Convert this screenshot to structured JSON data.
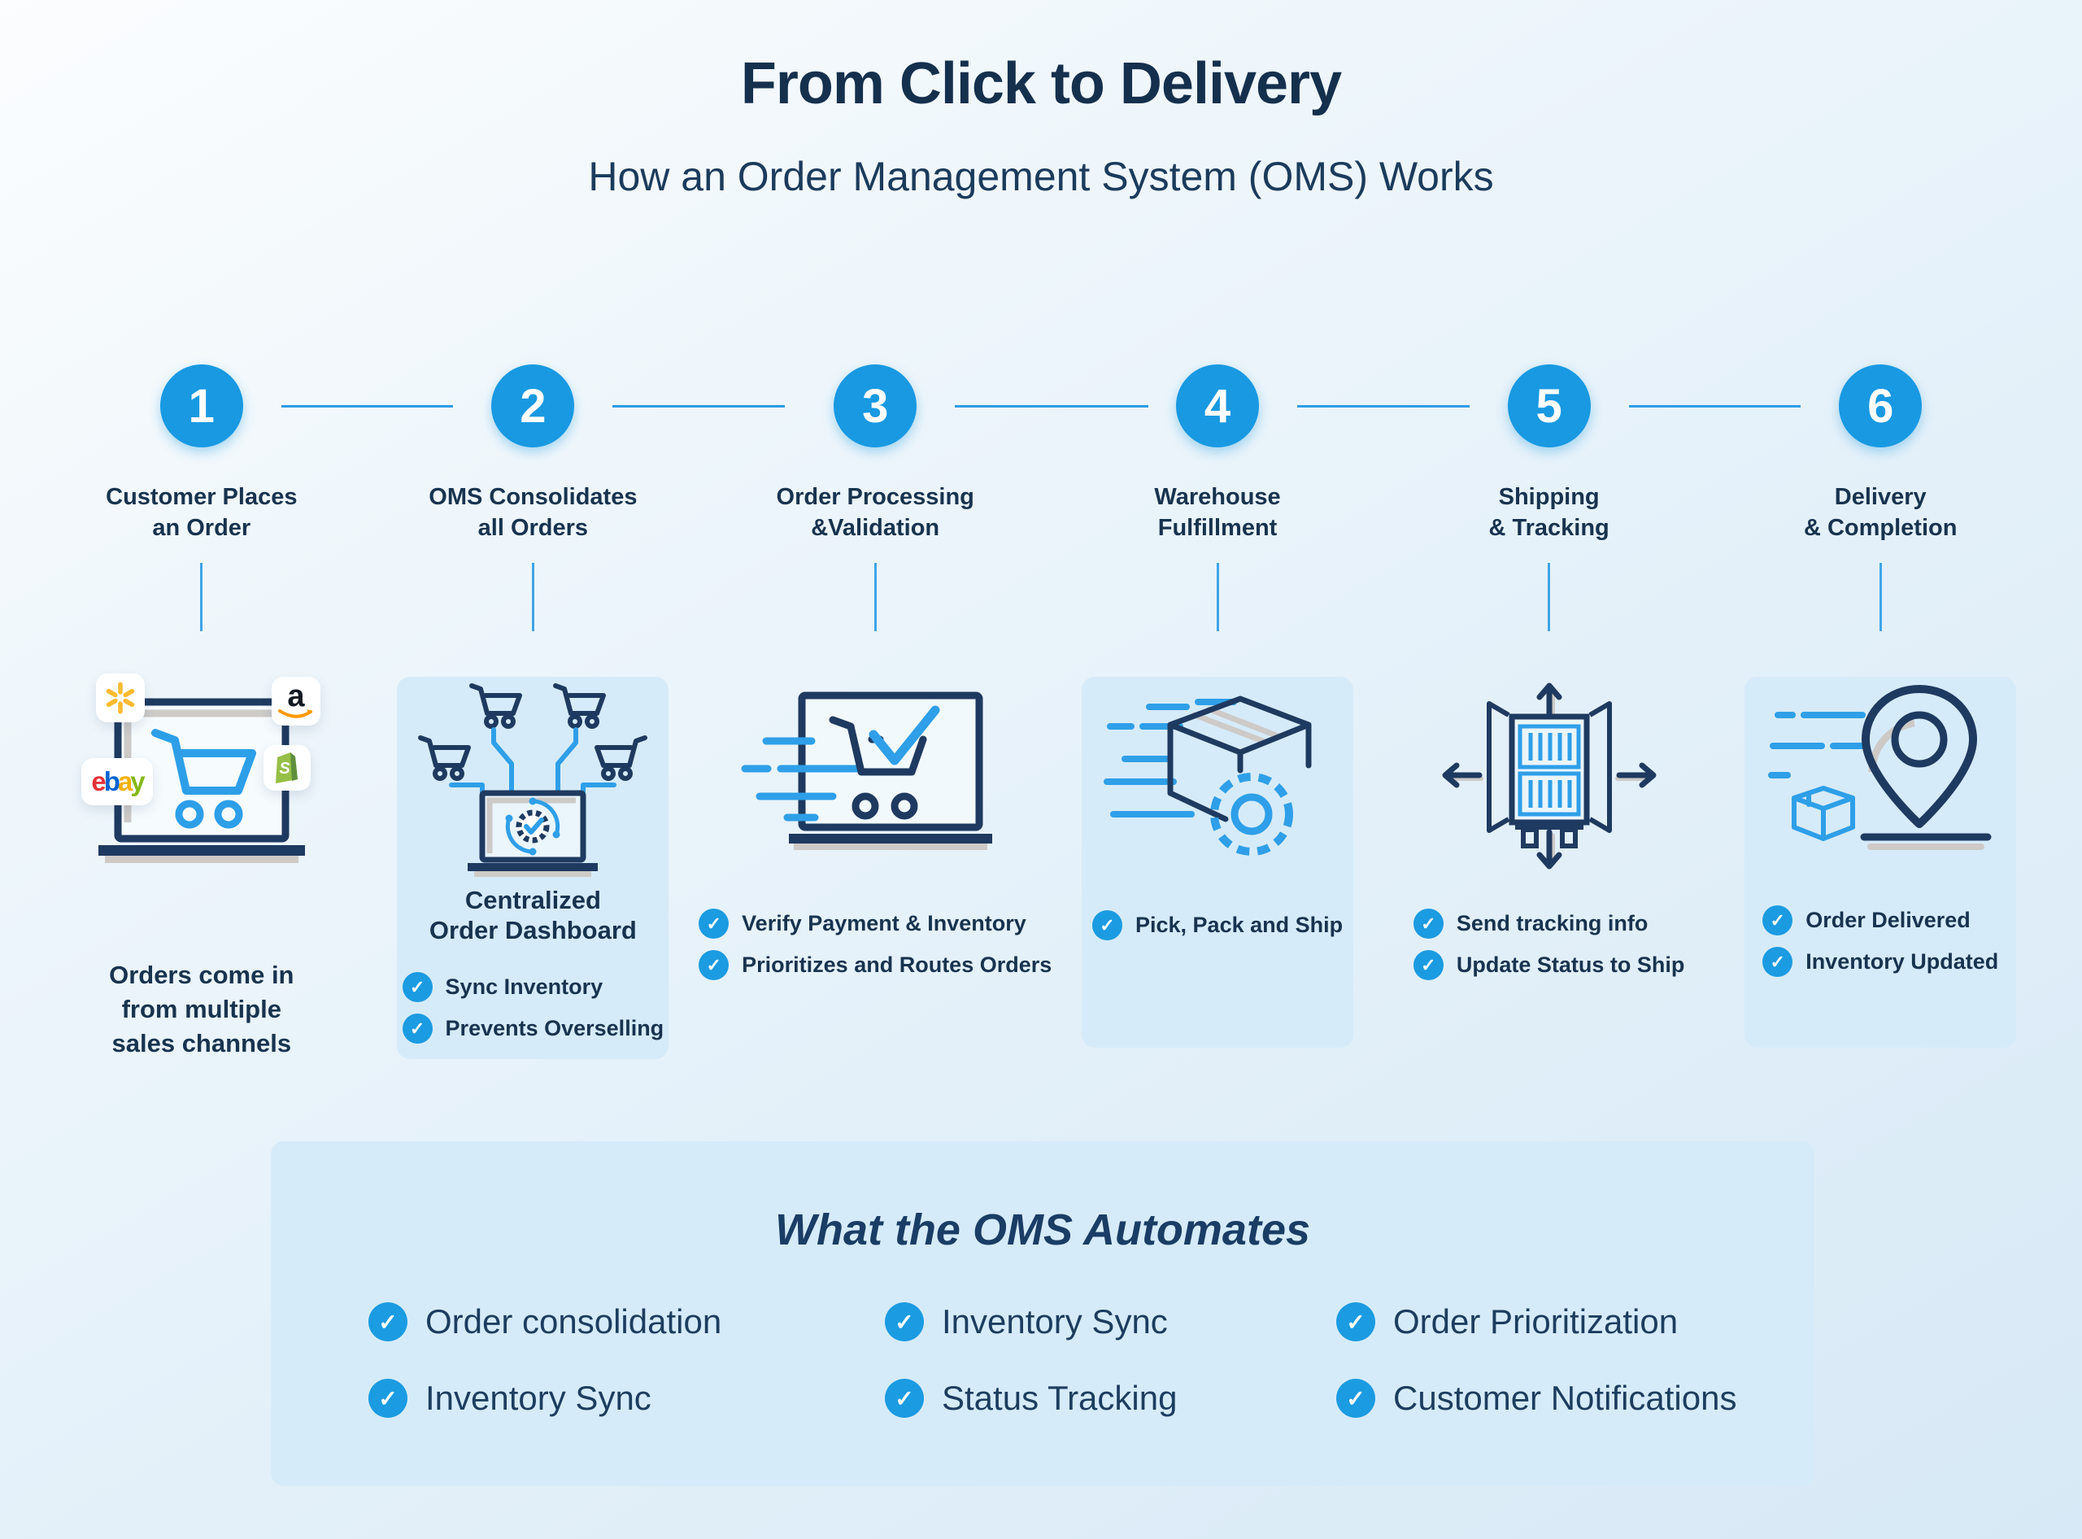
{
  "header": {
    "title": "From Click to Delivery",
    "subtitle": "How an Order Management System (OMS) Works"
  },
  "steps": [
    {
      "number": "1",
      "label": "Customer Places\nan Order",
      "caption": "Orders come in\nfrom multiple\nsales channels",
      "marketplaces": {
        "amazon_letter": "a",
        "ebay_letters": [
          "e",
          "b",
          "a",
          "y"
        ],
        "shopify_letter": "S"
      }
    },
    {
      "number": "2",
      "label": "OMS Consolidates\nall Orders",
      "card_title": "Centralized\nOrder Dashboard",
      "bullets": [
        "Sync Inventory",
        "Prevents Overselling"
      ]
    },
    {
      "number": "3",
      "label": "Order Processing\n&Validation",
      "bullets": [
        "Verify Payment & Inventory",
        "Prioritizes and Routes Orders"
      ]
    },
    {
      "number": "4",
      "label": "Warehouse\nFulfillment",
      "bullets": [
        "Pick, Pack and Ship"
      ]
    },
    {
      "number": "5",
      "label": "Shipping\n& Tracking",
      "bullets": [
        "Send tracking info",
        "Update Status to Ship"
      ]
    },
    {
      "number": "6",
      "label": "Delivery\n& Completion",
      "bullets": [
        "Order Delivered",
        "Inventory Updated"
      ]
    }
  ],
  "automates": {
    "title": "What the OMS Automates",
    "items": [
      "Order consolidation",
      "Inventory Sync",
      "Order Prioritization",
      "Inventory Sync",
      "Status Tracking",
      "Customer Notifications"
    ]
  },
  "colors": {
    "accent_blue": "#1899E2",
    "icon_blue": "#2E9FE8",
    "navy": "#17334F",
    "card_bg": "#D6EBF9",
    "connector_blue": "#2D9CE5",
    "walmart_yellow": "#FDBB30",
    "amazon_orange": "#FF9900",
    "ebay_letter_colors": [
      "#E53238",
      "#0064D2",
      "#F5AF02",
      "#86B817"
    ],
    "shopify_green": "#95BF47"
  }
}
